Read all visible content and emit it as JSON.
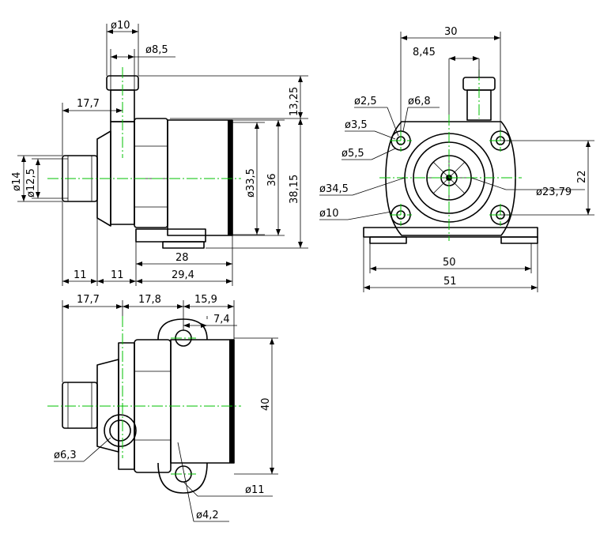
{
  "front_view": {
    "d_pipe_outer": "ø10",
    "d_pipe_inner": "ø8,5",
    "h_13_25": "13,25",
    "w_17_7": "17,7",
    "d_inlet_outer": "ø14",
    "d_inlet_inner": "ø12,5",
    "d_body": "ø33,5",
    "h_36": "36",
    "h_38_15": "38,15",
    "w_28": "28",
    "w_11a": "11",
    "w_11b": "11",
    "w_29_4": "29,4"
  },
  "side_view": {
    "w_30": "30",
    "w_8_45": "8,45",
    "d_2_5": "ø2,5",
    "d_6_8": "ø6,8",
    "d_3_5": "ø3,5",
    "d_5_5": "ø5,5",
    "d_34_5": "ø34,5",
    "d_10": "ø10",
    "d_23_79": "ø23,79",
    "h_22": "22",
    "w_50": "50",
    "w_51": "51"
  },
  "top_view": {
    "w_17_7": "17,7",
    "w_17_8": "17,8",
    "w_15_9": "15,9",
    "w_7_4": "7,4",
    "h_40": "40",
    "d_6_3": "ø6,3",
    "d_11": "ø11",
    "d_4_2": "ø4,2"
  }
}
